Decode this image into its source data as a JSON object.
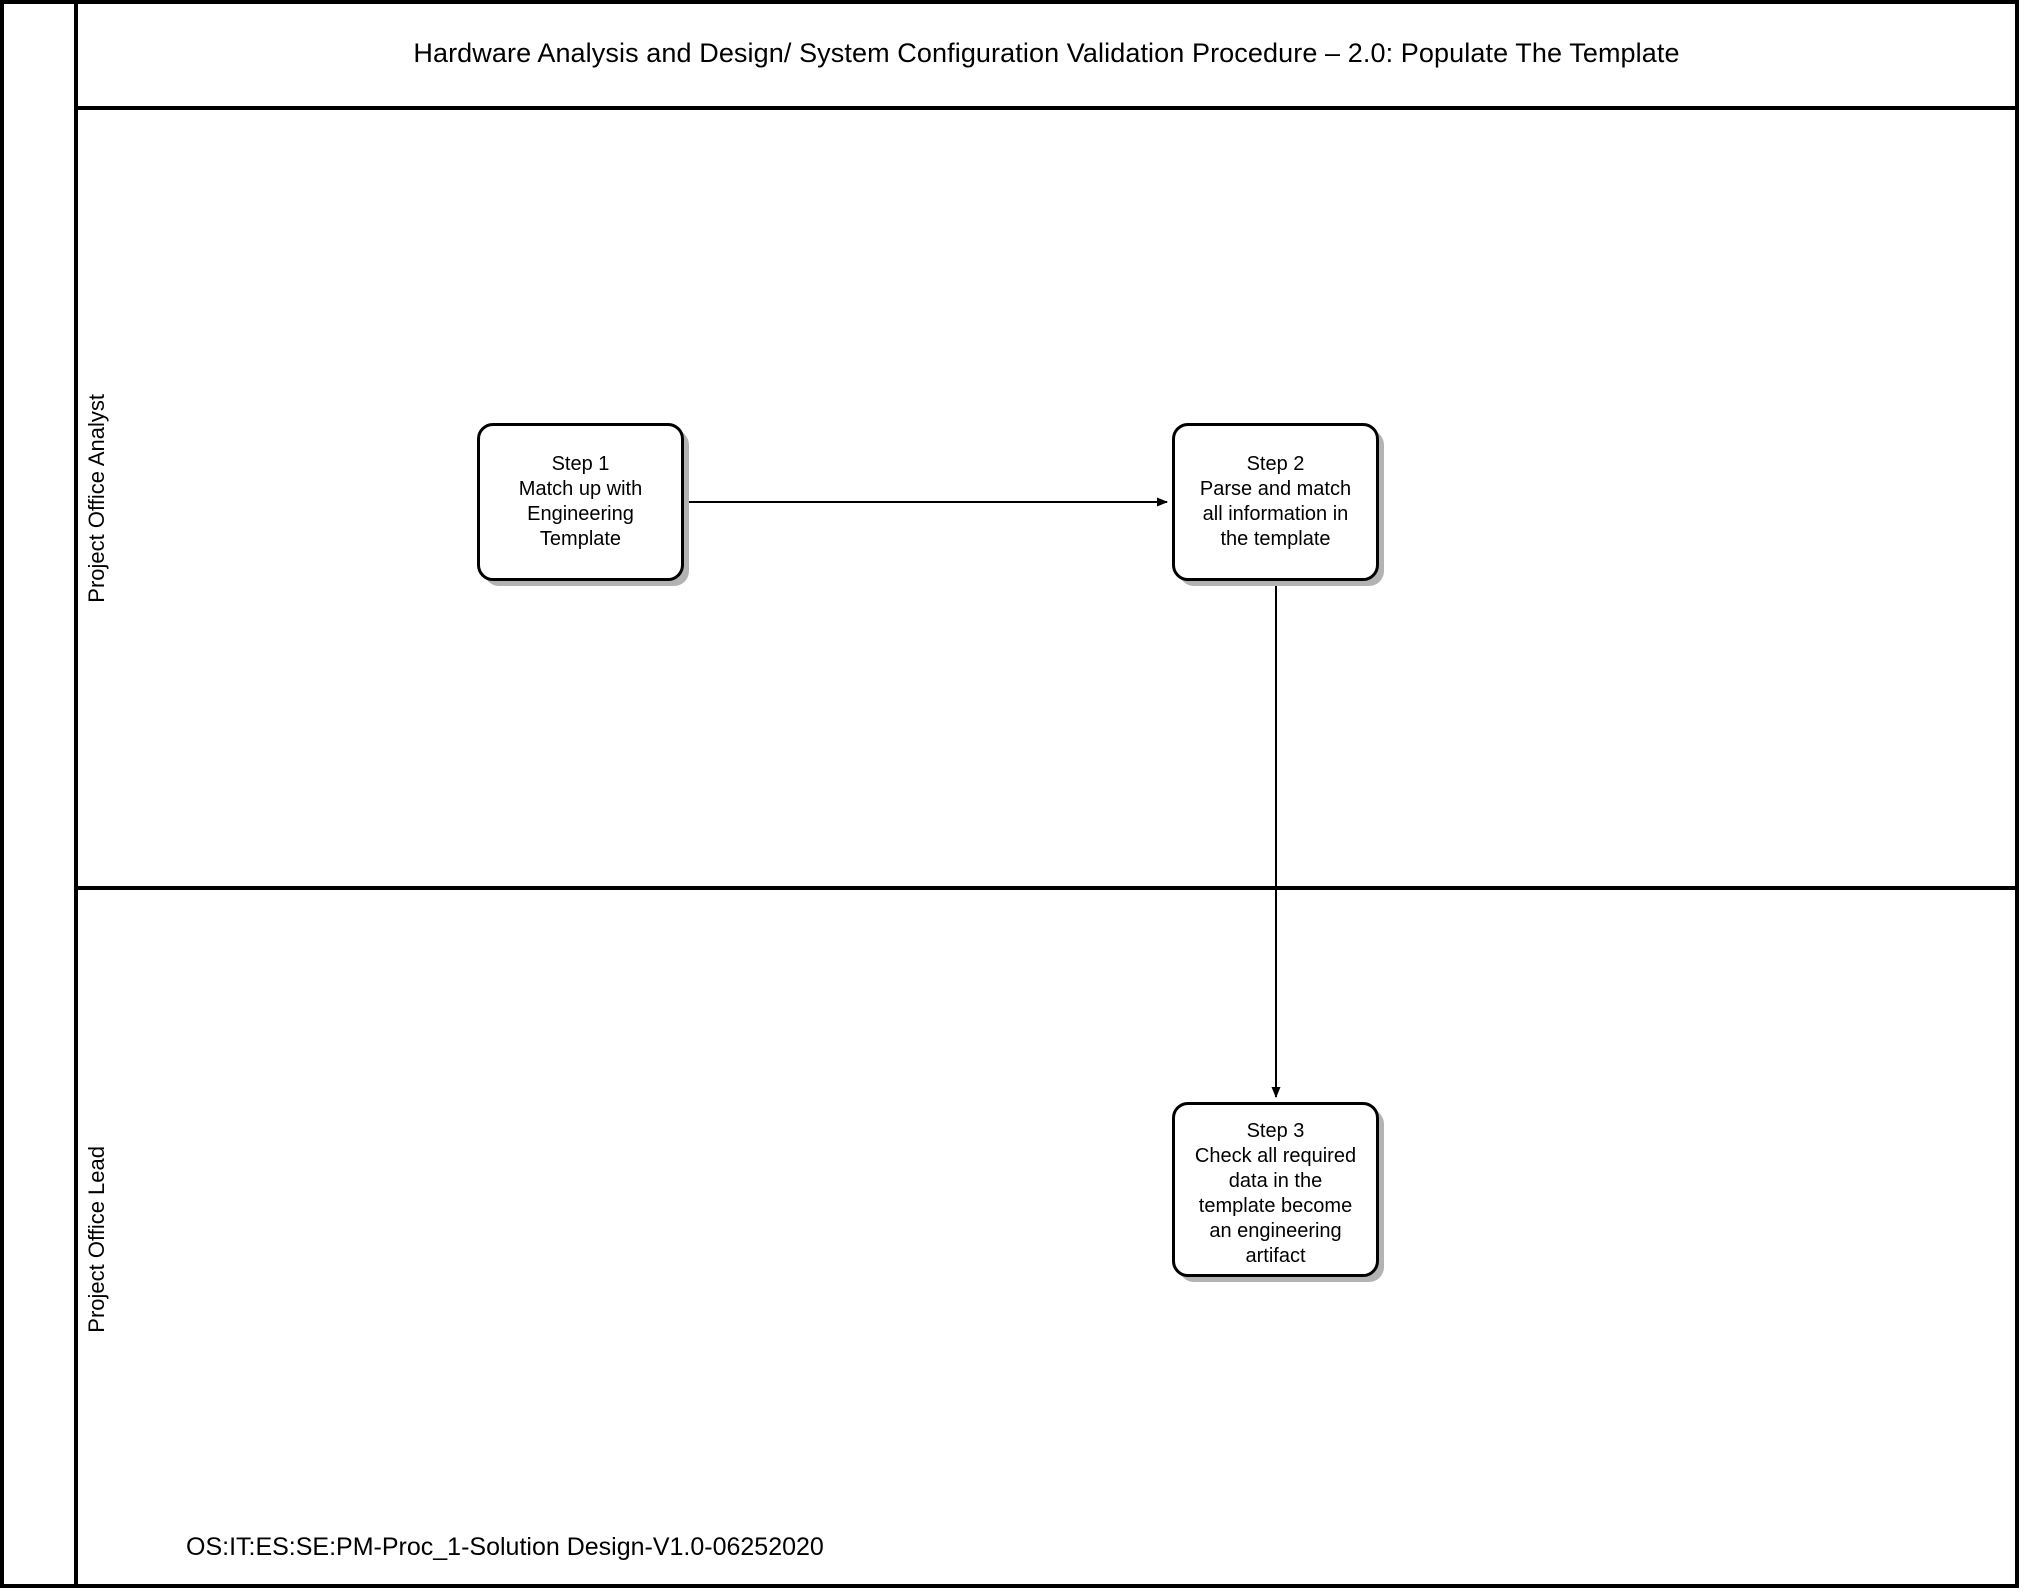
{
  "page": {
    "title": "Hardware Analysis and Design/ System Configuration Validation  Procedure – 2.0: Populate The Template",
    "footer": "OS:IT:ES:SE:PM-Proc_1-Solution Design-V1.0-06252020"
  },
  "lanes": [
    {
      "label": "Project Office Analyst"
    },
    {
      "label": "Project Office Lead"
    }
  ],
  "nodes": [
    {
      "id": "step1",
      "label": "Step 1\nMatch up with\nEngineering\nTemplate",
      "lane": "Project Office Analyst"
    },
    {
      "id": "step2",
      "label": "Step 2\nParse and match\nall information in\nthe template",
      "lane": "Project Office Analyst"
    },
    {
      "id": "step3",
      "label": "Step 3\nCheck all required\ndata in the\ntemplate become\nan engineering\nartifact",
      "lane": "Project Office Lead"
    }
  ],
  "connectors": [
    {
      "id": "step1-to-step2",
      "from": "step1",
      "to": "step2",
      "direction": "horizontal"
    },
    {
      "id": "step2-to-step3",
      "from": "step2",
      "to": "step3",
      "direction": "vertical"
    }
  ],
  "colors": {
    "line": "#000000",
    "background": "#ffffff",
    "shadow": "#b3b3b3"
  }
}
